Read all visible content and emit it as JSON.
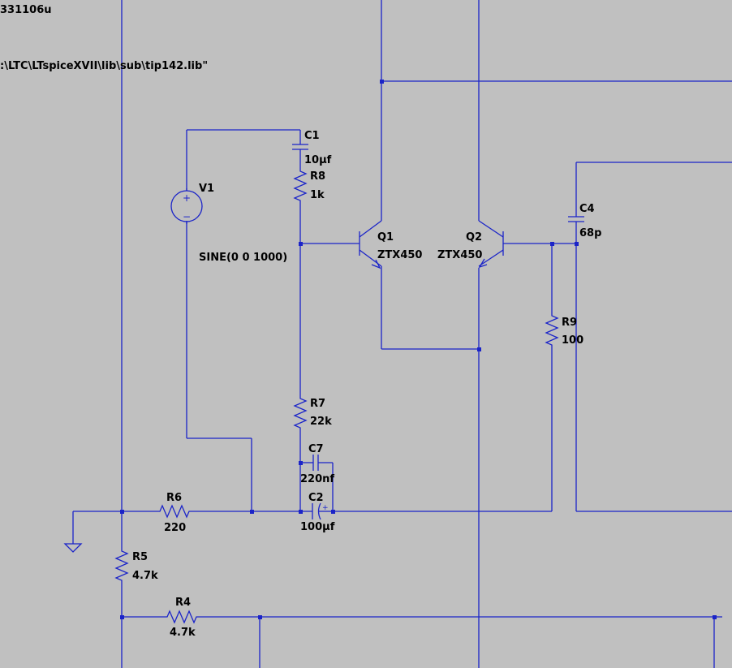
{
  "schematic": {
    "header_partial": "331106u",
    "lib_path": ":\\LTC\\LTspiceXVII\\lib\\sub\\tip142.lib\"",
    "colors": {
      "background": "#c0c0c0",
      "wire": "#1b24c8",
      "text": "#000000"
    },
    "components": {
      "C1": {
        "name": "C1",
        "value": "10µf"
      },
      "R8": {
        "name": "R8",
        "value": "1k"
      },
      "V1": {
        "name": "V1",
        "value": "SINE(0 0 1000)"
      },
      "Q1": {
        "name": "Q1",
        "value": "ZTX450"
      },
      "Q2": {
        "name": "Q2",
        "value": "ZTX450"
      },
      "C4": {
        "name": "C4",
        "value": "68p"
      },
      "R9": {
        "name": "R9",
        "value": "100"
      },
      "R7": {
        "name": "R7",
        "value": "22k"
      },
      "C7": {
        "name": "C7",
        "value": "220nf"
      },
      "C2": {
        "name": "C2",
        "value": "100µf",
        "polarity": "+"
      },
      "R6": {
        "name": "R6",
        "value": "220"
      },
      "R5": {
        "name": "R5",
        "value": "4.7k"
      },
      "R4": {
        "name": "R4",
        "value": "4.7k"
      }
    },
    "ground_icon": "ground-icon",
    "source_polarity": {
      "plus": "+",
      "minus": "−"
    }
  }
}
